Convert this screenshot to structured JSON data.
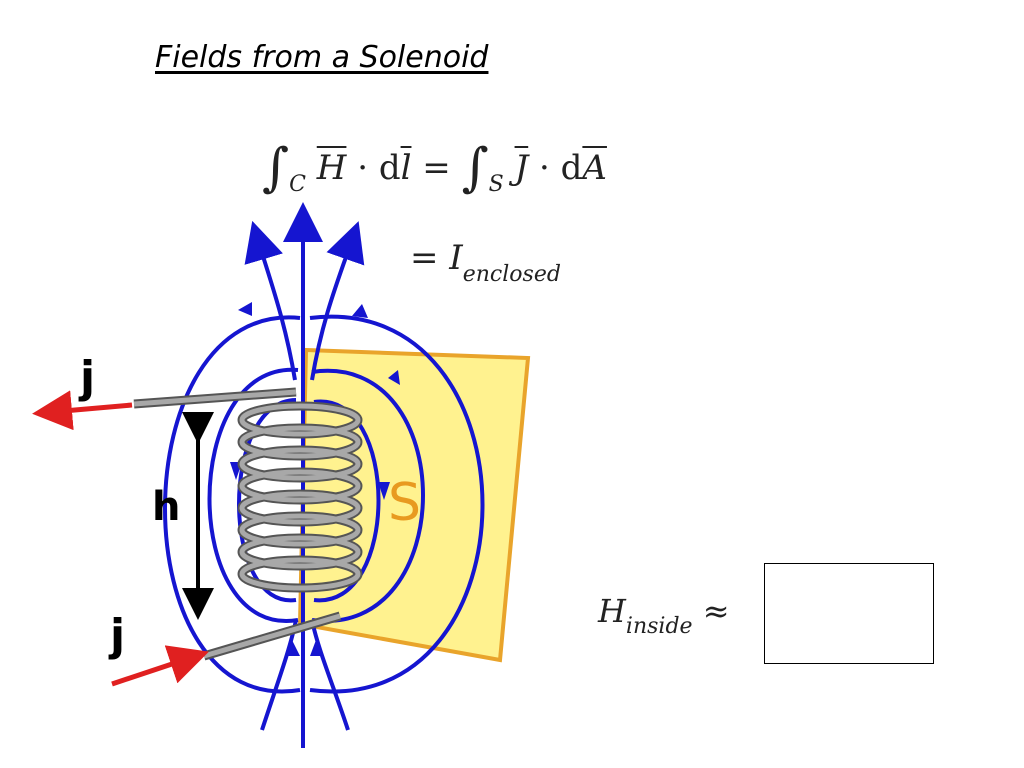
{
  "title": "Fields from a Solenoid",
  "equations": {
    "ampere_lhs_int": "∫",
    "ampere_lhs_sub": "C",
    "ampere_lhs_H": "H",
    "ampere_lhs_dot1": " · d",
    "ampere_lhs_l": "l",
    "ampere_eq": " = ",
    "ampere_rhs_int": "∫",
    "ampere_rhs_sub": "S",
    "ampere_rhs_J": "J",
    "ampere_rhs_dot": " · d",
    "ampere_rhs_A": "A",
    "second_line_eq": "= ",
    "second_line_I": "I",
    "second_line_sub": "enclosed",
    "h_inside_H": "H",
    "h_inside_sub": "inside",
    "h_inside_approx": " ≈"
  },
  "figure": {
    "label_j_top": "j",
    "label_j_bottom": "j",
    "label_h": "h",
    "label_S": "S"
  },
  "colors": {
    "field_lines": "#1515d0",
    "coil": "#8a8a8a",
    "surface": "#fff28a",
    "surface_border": "#e8a020",
    "current_arrow": "#e02020",
    "label_S": "#e89a20"
  }
}
